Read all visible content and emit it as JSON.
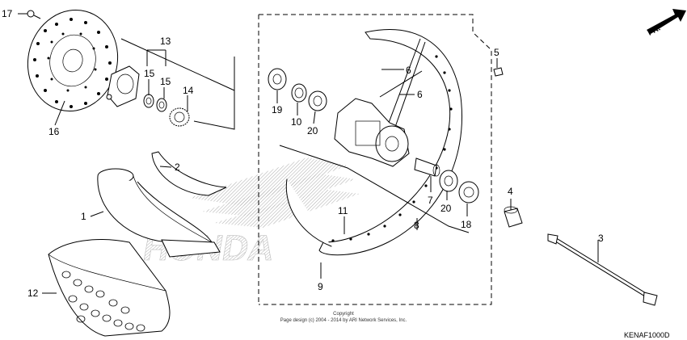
{
  "callouts": {
    "p1": "1",
    "p2": "2",
    "p3": "3",
    "p4": "4",
    "p5": "5",
    "p6a": "6",
    "p6b": "6",
    "p7": "7",
    "p8": "8",
    "p9": "9",
    "p10": "10",
    "p11": "11",
    "p12": "12",
    "p13": "13",
    "p14": "14",
    "p15a": "15",
    "p15b": "15",
    "p16": "16",
    "p17": "17",
    "p18": "18",
    "p19": "19",
    "p20a": "20",
    "p20b": "20"
  },
  "direction_label": "FR.",
  "watermark_text": "HONDA",
  "copyright_line1": "Copyright",
  "copyright_line2": "Page design (c) 2004 - 2014 by ARI Network Services, Inc.",
  "diagram_code": "KENAF1000D"
}
